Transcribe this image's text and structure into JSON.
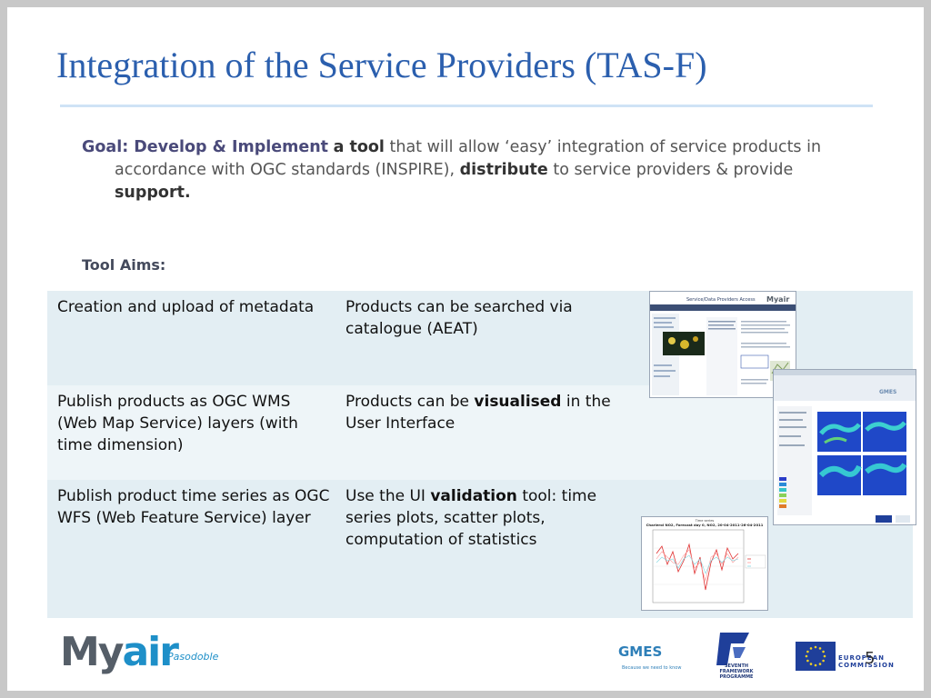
{
  "slide": {
    "title": "Integration of the Service Providers (TAS-F)",
    "page_number": "5"
  },
  "goal": {
    "label": "Goal: Develop & Implement",
    "a_tool": "a tool",
    "text1": "that will allow ‘easy’ integration of service products in accordance with OGC standards (INSPIRE),",
    "distribute": "distribute",
    "text2": "to service providers & provide",
    "support": "support."
  },
  "aims_heading": "Tool Aims:",
  "table": {
    "rows": [
      {
        "left": "Creation and upload of metadata",
        "right_pre": "Products can be searched via catalogue (AEAT)",
        "right_bold": "",
        "right_post": ""
      },
      {
        "left": "Publish products as OGC WMS (Web Map Service) layers (with time dimension)",
        "right_pre": "Products can be",
        "right_bold": "visualised",
        "right_post": "in the User Interface"
      },
      {
        "left": "Publish product time series as OGC WFS (Web Feature Service) layer",
        "right_pre": "Use the UI",
        "right_bold": "validation",
        "right_post": "tool: time series plots, scatter plots, computation of statistics"
      }
    ]
  },
  "screenshots": {
    "s1_header": "Service/Data Providers Access",
    "s1_brand": "Myair",
    "s2_brand": "GMES",
    "s3_title": "Charleroi NO2, Forecast day 0, NO2, 20-04-2011-26-04-2011",
    "s3_chart_label": "Time series"
  },
  "footer": {
    "logo_my": "My",
    "logo_air": "air",
    "logo_sub": "Pasodoble",
    "gmes": "GMES",
    "gmes_sub": "Because we need to know",
    "fp7_text": "SEVENTH FRAMEWORK PROGRAMME",
    "eu_line1": "EUROPEAN",
    "eu_line2": "COMMISSION"
  }
}
